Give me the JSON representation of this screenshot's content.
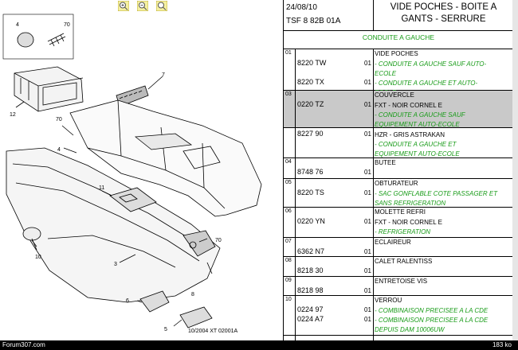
{
  "toolbar": {
    "zoom_in_icon": "magnifier-plus-icon",
    "zoom_out_icon": "magnifier-minus-icon",
    "zoom_fit_icon": "magnifier-reset-icon"
  },
  "diagram": {
    "callouts": [
      "4",
      "70",
      "7",
      "12",
      "70",
      "4",
      "11",
      "10",
      "3",
      "70",
      "6",
      "5",
      "8"
    ],
    "reference": "10/2004   XT 02001A"
  },
  "header": {
    "date": "24/08/10",
    "ref": "TSF 8 82B 01A",
    "title": "VIDE POCHES - BOITE A GANTS - SERRURE"
  },
  "condition": "CONDUITE A GAUCHE",
  "sections": [
    {
      "num": "01",
      "title": "VIDE POCHES",
      "highlight": false,
      "height": 52,
      "rows": [
        {
          "pn": "8220 TW",
          "qty": "01",
          "lines": [
            {
              "t": "- CONDUITE A GAUCHE SAUF AUTO-",
              "g": true
            },
            {
              "t": "ECOLE",
              "g": true
            }
          ]
        },
        {
          "pn": "8220 TX",
          "qty": "01",
          "lines": [
            {
              "t": "- CONDUITE A GAUCHE ET AUTO-",
              "g": true
            },
            {
              "t": "ECOLE",
              "g": true
            }
          ]
        }
      ]
    },
    {
      "num": "03",
      "title": "COUVERCLE",
      "highlight": true,
      "height": 47,
      "rows": [
        {
          "pn": "0220 TZ",
          "qty": "01",
          "lines": [
            {
              "t": "FXT - NOIR CORNEL E",
              "g": false
            },
            {
              "t": "- CONDUITE A GAUCHE SAUF",
              "g": true
            },
            {
              "t": "EQUIPEMENT AUTO-ECOLE",
              "g": true
            }
          ]
        }
      ]
    },
    {
      "num": "",
      "title": "",
      "highlight": false,
      "height": 38,
      "rows": [
        {
          "pn": "8227 90",
          "qty": "01",
          "lines": [
            {
              "t": "HZR - GRIS ASTRAKAN",
              "g": false
            },
            {
              "t": "- CONDUITE A GAUCHE ET",
              "g": true
            },
            {
              "t": "EQUIPEMENT AUTO-ECOLE",
              "g": true
            }
          ]
        }
      ]
    },
    {
      "num": "04",
      "title": "BUTEE",
      "highlight": false,
      "height": 26,
      "rows": [
        {
          "pn": "8748 76",
          "qty": "01",
          "lines": []
        }
      ]
    },
    {
      "num": "05",
      "title": "OBTURATEUR",
      "highlight": false,
      "height": 36,
      "rows": [
        {
          "pn": "8220 TS",
          "qty": "01",
          "lines": [
            {
              "t": "- SAC GONFLABLE COTE PASSAGER ET",
              "g": true
            },
            {
              "t": "SANS REFRIGERATION",
              "g": true
            }
          ]
        }
      ]
    },
    {
      "num": "06",
      "title": "MOLETTE REFRI",
      "highlight": false,
      "height": 38,
      "rows": [
        {
          "pn": "0220 YN",
          "qty": "01",
          "lines": [
            {
              "t": "FXT - NOIR CORNEL E",
              "g": false
            },
            {
              "t": "- REFRIGERATION",
              "g": true
            }
          ]
        }
      ]
    },
    {
      "num": "07",
      "title": "ECLAIREUR",
      "highlight": false,
      "height": 24,
      "rows": [
        {
          "pn": "6362 N7",
          "qty": "01",
          "lines": []
        }
      ]
    },
    {
      "num": "08",
      "title": "CALET RALENTISS",
      "highlight": false,
      "height": 25,
      "rows": [
        {
          "pn": "8218 30",
          "qty": "01",
          "lines": []
        }
      ]
    },
    {
      "num": "09",
      "title": "ENTRETOISE VIS",
      "highlight": false,
      "height": 24,
      "rows": [
        {
          "pn": "8218 98",
          "qty": "01",
          "lines": []
        }
      ]
    },
    {
      "num": "10",
      "title": "VERROU",
      "highlight": false,
      "height": 50,
      "rows": [
        {
          "pn": "0224 97",
          "qty": "01",
          "lines": [
            {
              "t": "- COMBINAISON PRECISEE A LA CDE",
              "g": true
            }
          ]
        },
        {
          "pn": "0224 A7",
          "qty": "01",
          "lines": [
            {
              "t": "- COMBINAISON PRECISEE A LA CDE",
              "g": true
            },
            {
              "t": "DEPUIS DAM 10006UW",
              "g": true
            }
          ]
        }
      ]
    }
  ],
  "statusbar": {
    "left": "Forum307.com",
    "right": "183 ko"
  },
  "colors": {
    "green": "#179b17",
    "highlight": "#c9c9c9"
  }
}
